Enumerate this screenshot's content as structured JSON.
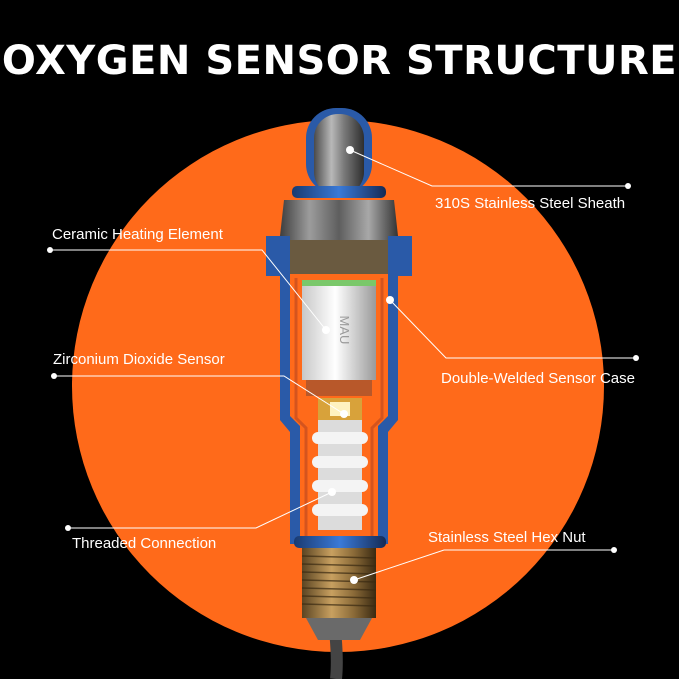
{
  "title": "OXYGEN SENSOR STRUCTURE",
  "colors": {
    "background": "#000000",
    "accent_circle": "#ff6a1a",
    "text": "#ffffff"
  },
  "labels": {
    "sheath": "310S Stainless Steel Sheath",
    "heating_element": "Ceramic Heating Element",
    "sensor_case": "Double-Welded Sensor Case",
    "zirconium": "Zirconium Dioxide Sensor",
    "threaded": "Threaded Connection",
    "hex_nut": "Stainless Steel Hex Nut"
  },
  "ceramic_marking": "MAU"
}
